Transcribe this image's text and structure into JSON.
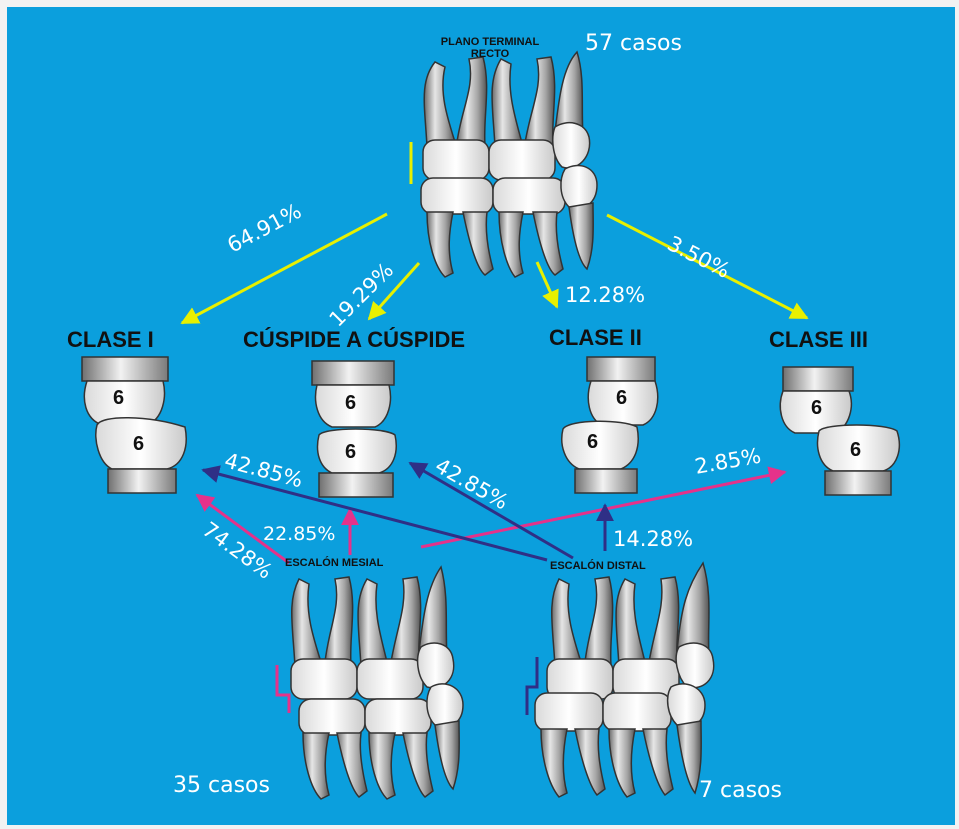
{
  "top": {
    "title_line1": "PLANO TERMINAL",
    "title_line2": "RECTO",
    "casos": "57 casos"
  },
  "classes": {
    "clase_i": "CLASE I",
    "cuspide": "CÚSPIDE A CÚSPIDE",
    "clase_ii": "CLASE II",
    "clase_iii": "CLASE III"
  },
  "tooth_number": "6",
  "percentages_from_recto": {
    "clase_i": "64.91%",
    "cuspide": "19.29%",
    "clase_ii": "12.28%",
    "clase_iii": "3.50%"
  },
  "percentages_from_mesial": {
    "clase_i": "74.28%",
    "cuspide": "22.85%",
    "clase_iii": "2.85%"
  },
  "percentages_from_distal": {
    "clase_i": "42.85%",
    "cuspide": "42.85%",
    "clase_ii": "14.28%"
  },
  "bottom_left": {
    "label": "ESCALÓN MESIAL",
    "casos": "35 casos"
  },
  "bottom_right": {
    "label": "ESCALÓN DISTAL",
    "casos": "7 casos"
  },
  "colors": {
    "background": "#0b9fdd",
    "recto_arrows": "#e8f000",
    "mesial_arrows": "#e5328a",
    "distal_arrows": "#2f2f86"
  }
}
